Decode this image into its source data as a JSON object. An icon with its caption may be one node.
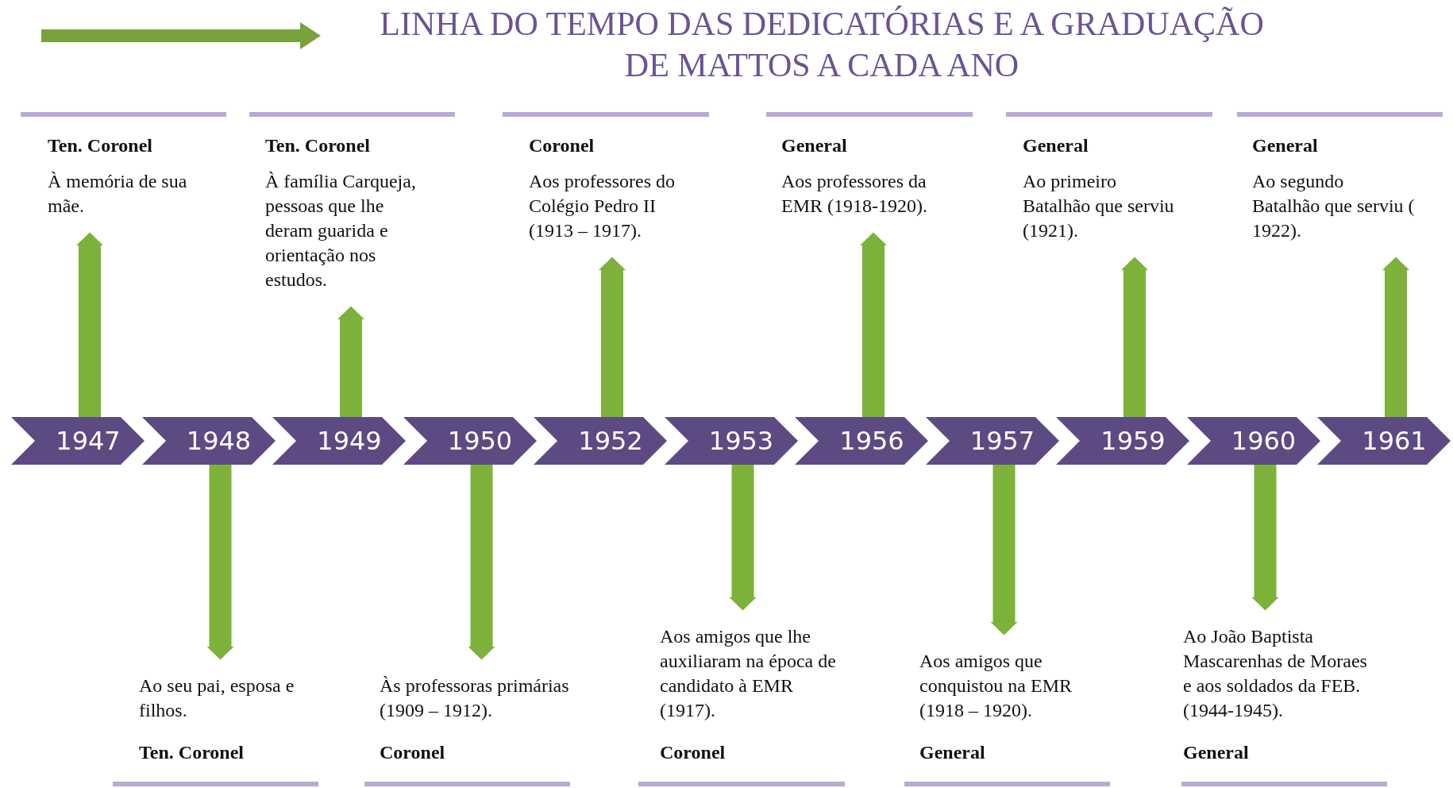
{
  "diagram": {
    "title": "LINHA DO TEMPO DAS DEDICATÓRIAS E A GRADUAÇÃO DE MATTOS A CADA ANO",
    "nodes": [
      {
        "text": [
          "Ten. Coronel",
          "À memória de sua mãe."
        ]
      },
      {
        "text": [
          "Ten. Coronel",
          "À família Carqueja, pessoas que lhe deram guarida e orientação nos estudos."
        ]
      },
      {
        "text": [
          "Coronel",
          "Aos professores do Colégio Pedro II (1913 – 1917)."
        ]
      },
      {
        "text": [
          "General",
          "Aos professores da EMR (1918-1920)."
        ]
      },
      {
        "text": [
          "General",
          "Ao primeiro Batalhão que serviu (1921)."
        ]
      },
      {
        "text": [
          "General",
          "Ao segundo Batalhão que serviu ( 1922)."
        ]
      },
      {
        "text": [
          "1947"
        ]
      },
      {
        "text": [
          "1948"
        ]
      },
      {
        "text": [
          "1949"
        ]
      },
      {
        "text": [
          "1950"
        ]
      },
      {
        "text": [
          "1952"
        ]
      },
      {
        "text": [
          "1953"
        ]
      },
      {
        "text": [
          "1956"
        ]
      },
      {
        "text": [
          "1957"
        ]
      },
      {
        "text": [
          "1959"
        ]
      },
      {
        "text": [
          "1960"
        ]
      },
      {
        "text": [
          "1961"
        ]
      },
      {
        "text": [
          "Ao seu pai, esposa e filhos.",
          "Ten. Coronel"
        ]
      },
      {
        "text": [
          "Às professoras primárias (1909 – 1912).",
          "Coronel"
        ]
      },
      {
        "text": [
          "Aos amigos que lhe auxiliaram na época de candidato à EMR (1917).",
          "Coronel"
        ]
      },
      {
        "text": [
          "Aos amigos que conquistou na EMR (1918 – 1920).",
          "General"
        ]
      },
      {
        "text": [
          "Ao João Baptista Mascarenhas de Moraes e aos soldados da FEB. (1944-1945).",
          "General"
        ]
      }
    ],
    "edges": [
      {
        "from": 6,
        "to": 0,
        "arrow": "to"
      },
      {
        "from": 7,
        "to": 17,
        "arrow": "to"
      },
      {
        "from": 8,
        "to": 1,
        "arrow": "to"
      },
      {
        "from": 9,
        "to": 18,
        "arrow": "to"
      },
      {
        "from": 10,
        "to": 2,
        "arrow": "to"
      },
      {
        "from": 11,
        "to": 19,
        "arrow": "to"
      },
      {
        "from": 12,
        "to": 3,
        "arrow": "to"
      },
      {
        "from": 13,
        "to": 20,
        "arrow": "to"
      },
      {
        "from": 14,
        "to": 4,
        "arrow": "to"
      },
      {
        "from": 15,
        "to": 21,
        "arrow": "to"
      },
      {
        "from": 16,
        "to": 5,
        "arrow": "to"
      }
    ]
  }
}
